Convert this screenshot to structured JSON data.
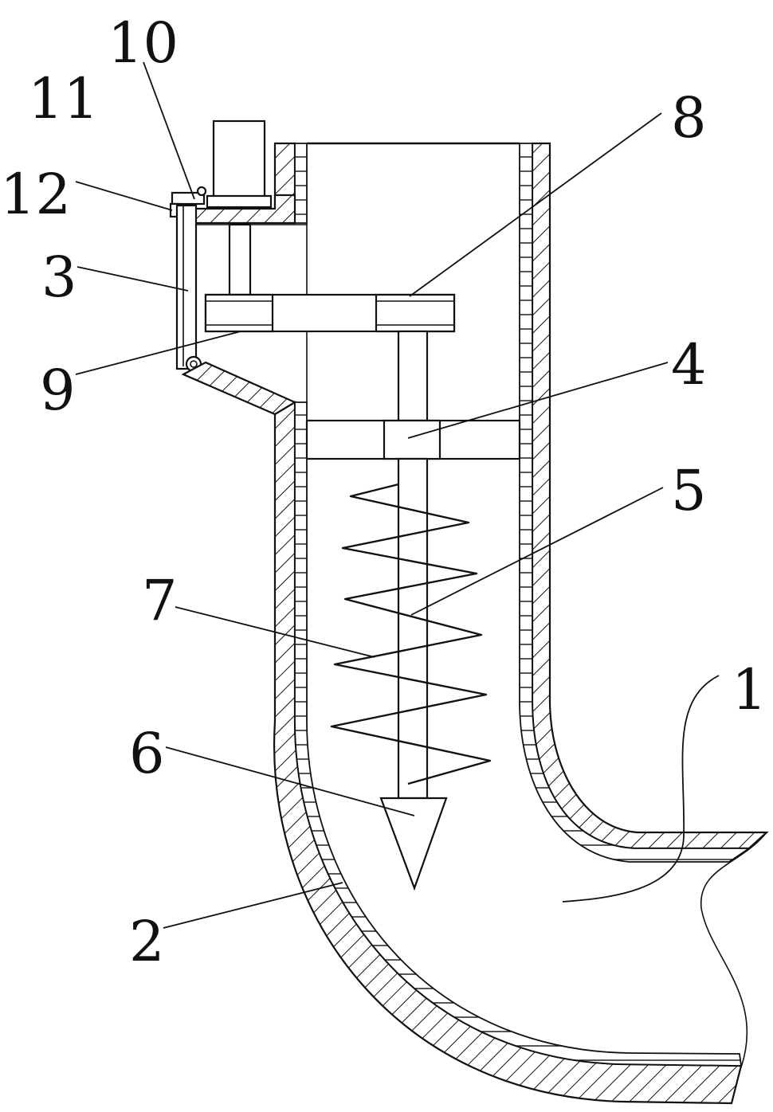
{
  "figure": {
    "labels": [
      {
        "id": "label-10",
        "text": "10"
      },
      {
        "id": "label-11",
        "text": "11"
      },
      {
        "id": "label-12",
        "text": "12"
      },
      {
        "id": "label-3",
        "text": "3"
      },
      {
        "id": "label-9",
        "text": "9"
      },
      {
        "id": "label-8",
        "text": "8"
      },
      {
        "id": "label-4",
        "text": "4"
      },
      {
        "id": "label-5",
        "text": "5"
      },
      {
        "id": "label-7",
        "text": "7"
      },
      {
        "id": "label-6",
        "text": "6"
      },
      {
        "id": "label-2",
        "text": "2"
      },
      {
        "id": "label-1",
        "text": "1"
      }
    ]
  }
}
